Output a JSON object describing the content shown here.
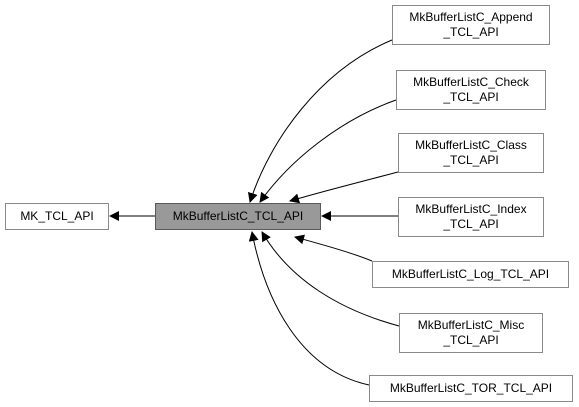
{
  "colors": {
    "edge": "#000000",
    "node_border": "#8a8a8a",
    "current_fill": "#999999",
    "background": "#ffffff"
  },
  "nodes": {
    "mk_tcl_api": "MK_TCL_API",
    "current": "MkBufferListC_TCL_API",
    "append": "MkBufferListC_Append\n_TCL_API",
    "check": "MkBufferListC_Check\n_TCL_API",
    "class": "MkBufferListC_Class\n_TCL_API",
    "index": "MkBufferListC_Index\n_TCL_API",
    "log": "MkBufferListC_Log_TCL_API",
    "misc": "MkBufferListC_Misc\n_TCL_API",
    "tor": "MkBufferListC_TOR_TCL_API"
  }
}
